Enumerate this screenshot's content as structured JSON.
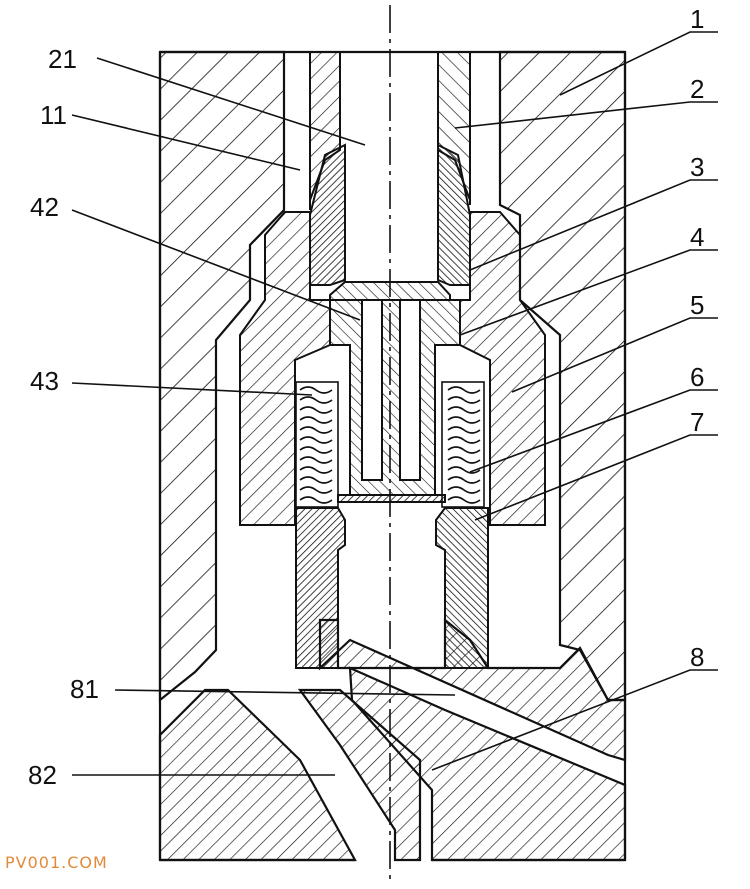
{
  "diagram": {
    "callouts": [
      {
        "id": "1",
        "label": "1"
      },
      {
        "id": "2",
        "label": "2"
      },
      {
        "id": "3",
        "label": "3"
      },
      {
        "id": "4",
        "label": "4"
      },
      {
        "id": "5",
        "label": "5"
      },
      {
        "id": "6",
        "label": "6"
      },
      {
        "id": "7",
        "label": "7"
      },
      {
        "id": "8",
        "label": "8"
      },
      {
        "id": "11",
        "label": "11"
      },
      {
        "id": "21",
        "label": "21"
      },
      {
        "id": "42",
        "label": "42"
      },
      {
        "id": "43",
        "label": "43"
      },
      {
        "id": "81",
        "label": "81"
      },
      {
        "id": "82",
        "label": "82"
      }
    ],
    "watermark": "PV001.COM",
    "colors": {
      "line": "#111111",
      "hatch": "#111111",
      "dense_hatch": "#222222",
      "watermark": "#e08a3a"
    }
  }
}
